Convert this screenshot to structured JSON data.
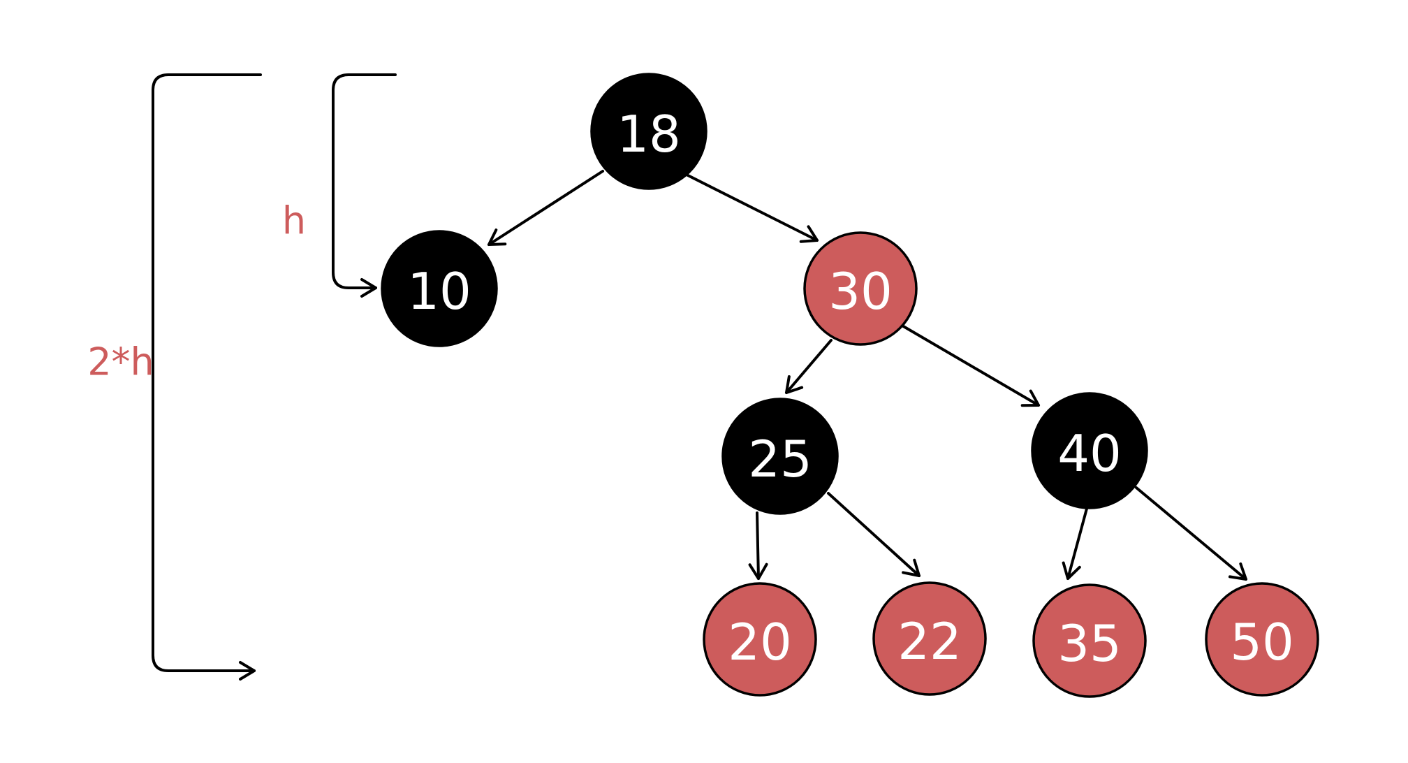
{
  "page": {
    "background": "#ffffff"
  },
  "annotations": {
    "h": {
      "text": "h",
      "color": "#cd5c5c"
    },
    "two_h": {
      "text": "2*h",
      "color": "#cd5c5c"
    }
  },
  "style": {
    "red_node_fill": "#cd5c5c",
    "black_node_fill": "#000000",
    "node_outline": "#000000",
    "node_text_color": "#ffffff",
    "edge_color": "#000000"
  },
  "tree": {
    "nodes": [
      {
        "value": "18",
        "color": "black",
        "fill": "#000000"
      },
      {
        "value": "10",
        "color": "black",
        "fill": "#000000"
      },
      {
        "value": "30",
        "color": "red",
        "fill": "#cd5c5c"
      },
      {
        "value": "25",
        "color": "black",
        "fill": "#000000"
      },
      {
        "value": "40",
        "color": "black",
        "fill": "#000000"
      },
      {
        "value": "20",
        "color": "red",
        "fill": "#cd5c5c"
      },
      {
        "value": "22",
        "color": "red",
        "fill": "#cd5c5c"
      },
      {
        "value": "35",
        "color": "red",
        "fill": "#cd5c5c"
      },
      {
        "value": "50",
        "color": "red",
        "fill": "#cd5c5c"
      }
    ],
    "edges": [
      {
        "from": "18",
        "to": "10"
      },
      {
        "from": "18",
        "to": "30"
      },
      {
        "from": "30",
        "to": "25"
      },
      {
        "from": "30",
        "to": "40"
      },
      {
        "from": "25",
        "to": "20"
      },
      {
        "from": "25",
        "to": "22"
      },
      {
        "from": "40",
        "to": "35"
      },
      {
        "from": "40",
        "to": "50"
      }
    ]
  }
}
